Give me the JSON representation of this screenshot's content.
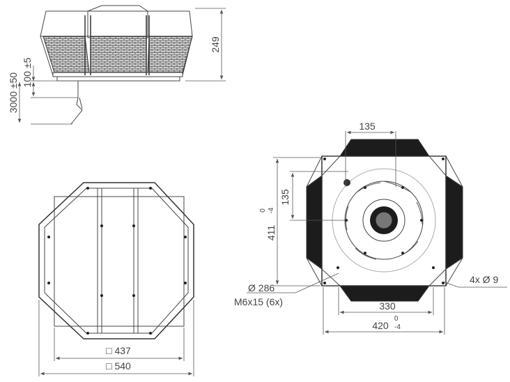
{
  "labels": {
    "dim_height_249": "249",
    "dim_cable_3000": "3000 ±50",
    "dim_cable_100": "100 ±5",
    "dim_sq_437": "□ 437",
    "dim_sq_540": "□ 540",
    "dim_top_135": "135",
    "dim_side_135": "135",
    "dim_411": "411",
    "dim_411_tol_top": "0",
    "dim_411_tol_bot": "-4",
    "dim_dia_286": "Ø 286",
    "dim_thread": "M6x15 (6x)",
    "dim_330": "330",
    "dim_420": "420",
    "dim_420_tol_top": "0",
    "dim_420_tol_bot": "-4",
    "dim_holes": "4x  Ø 9"
  }
}
